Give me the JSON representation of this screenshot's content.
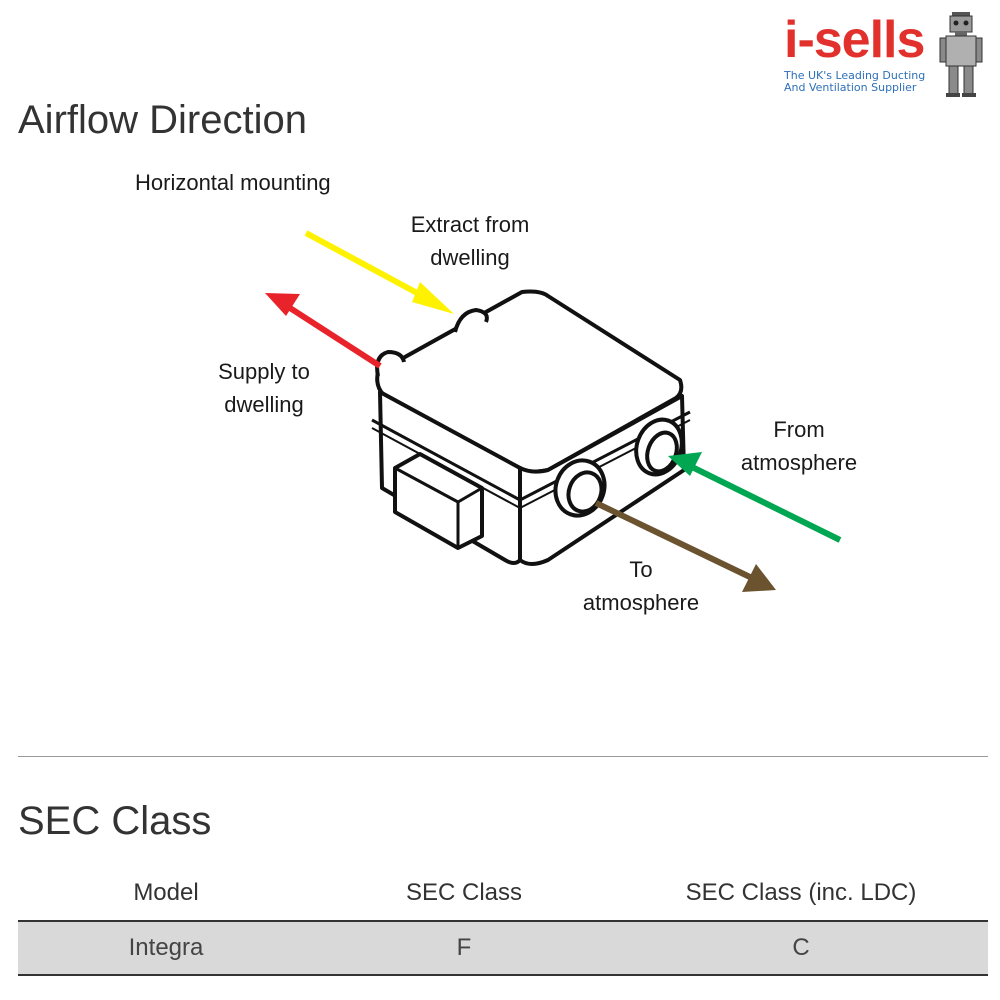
{
  "logo": {
    "brand": "i-sells",
    "tagline_line1": "The UK's Leading Ducting",
    "tagline_line2": "And Ventilation Supplier"
  },
  "airflow": {
    "title": "Airflow Direction",
    "mounting_label": "Horizontal mounting",
    "extract_line1": "Extract from",
    "extract_line2": "dwelling",
    "supply_line1": "Supply to",
    "supply_line2": "dwelling",
    "from_line1": "From",
    "from_line2": "atmosphere",
    "to_line1": "To",
    "to_line2": "atmosphere",
    "colors": {
      "extract": "#fff200",
      "supply": "#e8232a",
      "from_atmosphere": "#00a651",
      "to_atmosphere": "#6b5330"
    }
  },
  "sec": {
    "title": "SEC Class",
    "headers": [
      "Model",
      "SEC Class",
      "SEC Class (inc. LDC)"
    ],
    "rows": [
      [
        "Integra",
        "F",
        "C"
      ]
    ]
  },
  "brand_colors": {
    "logo_red": "#e2312d",
    "logo_blue": "#2d6fb8",
    "row_fill": "#d9d9d9"
  }
}
